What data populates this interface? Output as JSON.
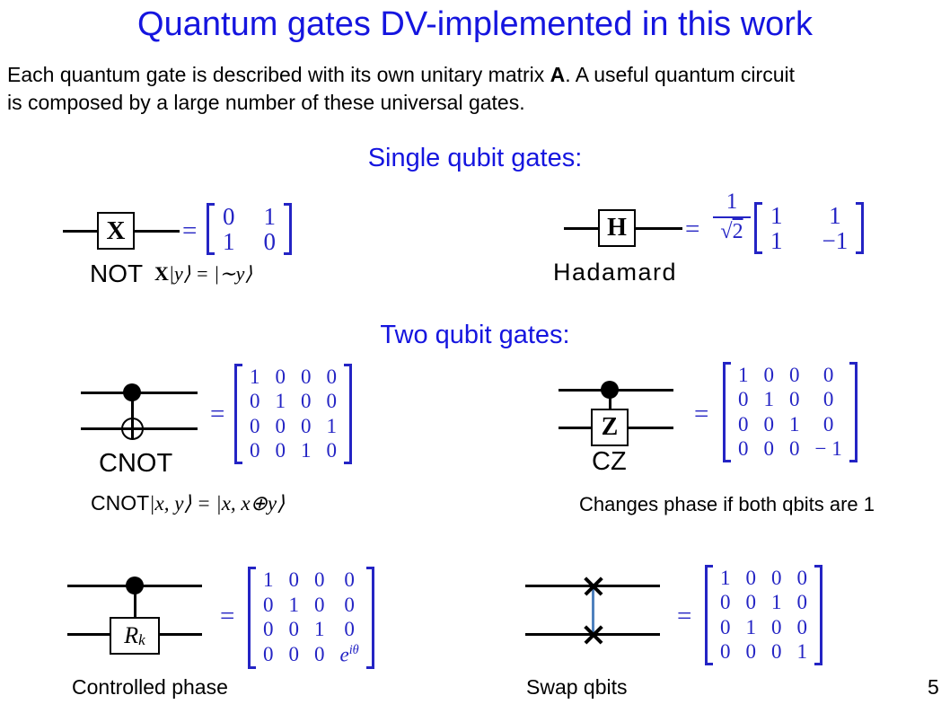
{
  "colors": {
    "heading": "#1515df",
    "math": "#2424c4",
    "swap_line": "#4f81bd"
  },
  "title": "Quantum gates DV-implemented in this work",
  "intro": {
    "line1_pre": "Each quantum gate is described with its own unitary matrix ",
    "line1_bold": "A",
    "line1_post": ". A useful quantum circuit",
    "line2": "is composed by a large number of these universal gates."
  },
  "headings": {
    "single": "Single qubit gates:",
    "two": "Two qubit gates:"
  },
  "gates": {
    "not": {
      "box_label": "X",
      "name": "NOT",
      "equals": "=",
      "formula_op": "X",
      "formula_rest": "|y⟩ = |∼y⟩",
      "matrix": [
        [
          "0",
          "1"
        ],
        [
          "1",
          "0"
        ]
      ]
    },
    "hadamard": {
      "box_label": "H",
      "name": "Hadamard",
      "equals": "=",
      "frac_num": "1",
      "frac_radical": "√",
      "frac_radicand": "2",
      "matrix": [
        [
          "1",
          "1"
        ],
        [
          "1",
          "−1"
        ]
      ]
    },
    "cnot": {
      "name": "CNOT",
      "equals": "=",
      "formula_op": "CNOT",
      "formula_rest": "|x, y⟩ = |x, x⊕y⟩",
      "matrix": [
        [
          "1",
          "0",
          "0",
          "0"
        ],
        [
          "0",
          "1",
          "0",
          "0"
        ],
        [
          "0",
          "0",
          "0",
          "1"
        ],
        [
          "0",
          "0",
          "1",
          "0"
        ]
      ]
    },
    "cz": {
      "box_label": "Z",
      "name": "CZ",
      "equals": "=",
      "caption": "Changes phase if both qbits are 1",
      "matrix": [
        [
          "1",
          "0",
          "0",
          "0"
        ],
        [
          "0",
          "1",
          "0",
          "0"
        ],
        [
          "0",
          "0",
          "1",
          "0"
        ],
        [
          "0",
          "0",
          "0",
          "− 1"
        ]
      ]
    },
    "cphase": {
      "box_main": "R",
      "box_sub": "k",
      "name": "Controlled phase",
      "equals": "=",
      "matrix": [
        [
          "1",
          "0",
          "0",
          "0"
        ],
        [
          "0",
          "1",
          "0",
          "0"
        ],
        [
          "0",
          "0",
          "1",
          "0"
        ],
        [
          "0",
          "0",
          "0",
          "e^iθ"
        ]
      ]
    },
    "swap": {
      "name": "Swap qbits",
      "equals": "=",
      "matrix": [
        [
          "1",
          "0",
          "0",
          "0"
        ],
        [
          "0",
          "0",
          "1",
          "0"
        ],
        [
          "0",
          "1",
          "0",
          "0"
        ],
        [
          "0",
          "0",
          "0",
          "1"
        ]
      ]
    }
  },
  "page_number": "5"
}
